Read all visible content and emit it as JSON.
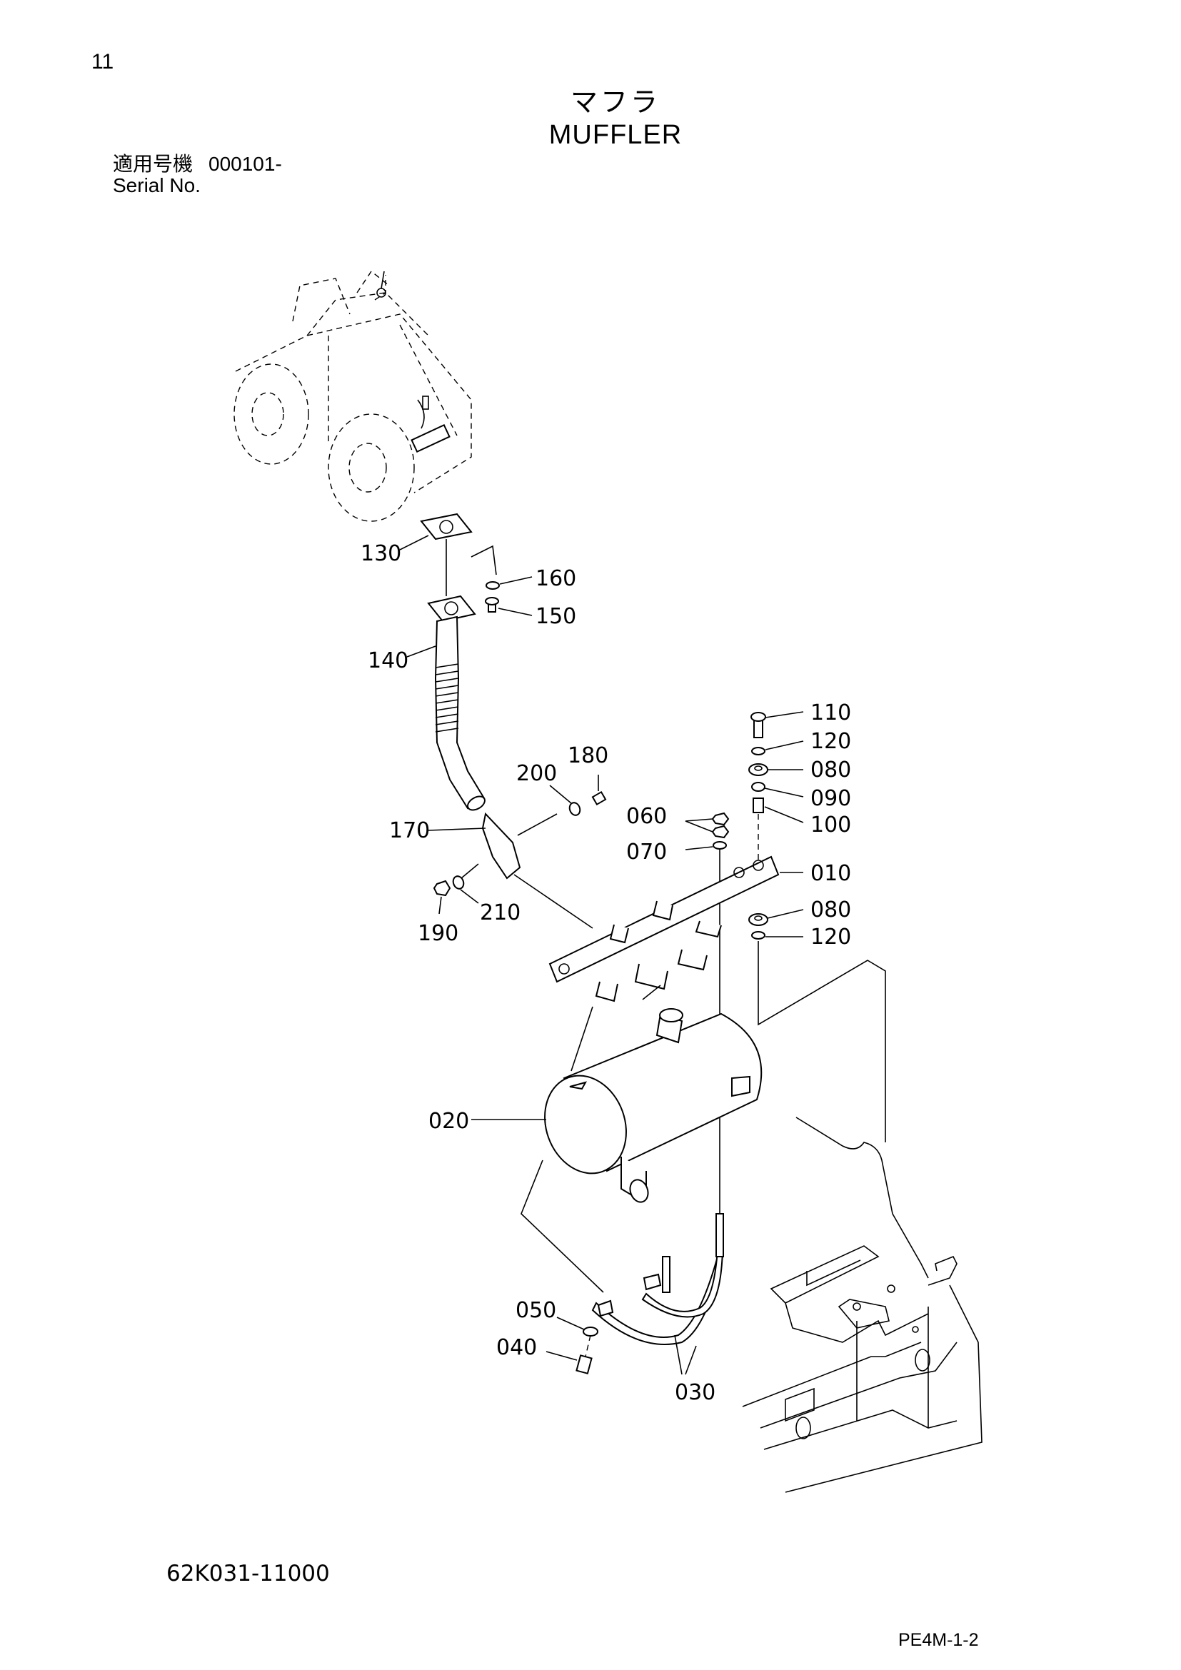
{
  "header": {
    "page_number": "11",
    "title_jp": "マフラ",
    "title_en": "MUFFLER",
    "serial_label_jp": "適用号機",
    "serial_value": "000101-",
    "serial_label_en": "Serial No."
  },
  "footer": {
    "document_code": "62K031-11000",
    "sheet_code": "PE4M-1-2"
  },
  "callouts": {
    "p130": "130",
    "p160": "160",
    "p150": "150",
    "p140": "140",
    "p110": "110",
    "p120a": "120",
    "p080a": "080",
    "p090": "090",
    "p100": "100",
    "p180": "180",
    "p200": "200",
    "p060": "060",
    "p070": "070",
    "p010": "010",
    "p170": "170",
    "p210": "210",
    "p190": "190",
    "p080b": "080",
    "p120b": "120",
    "p020": "020",
    "p050": "050",
    "p040": "040",
    "p030": "030"
  }
}
